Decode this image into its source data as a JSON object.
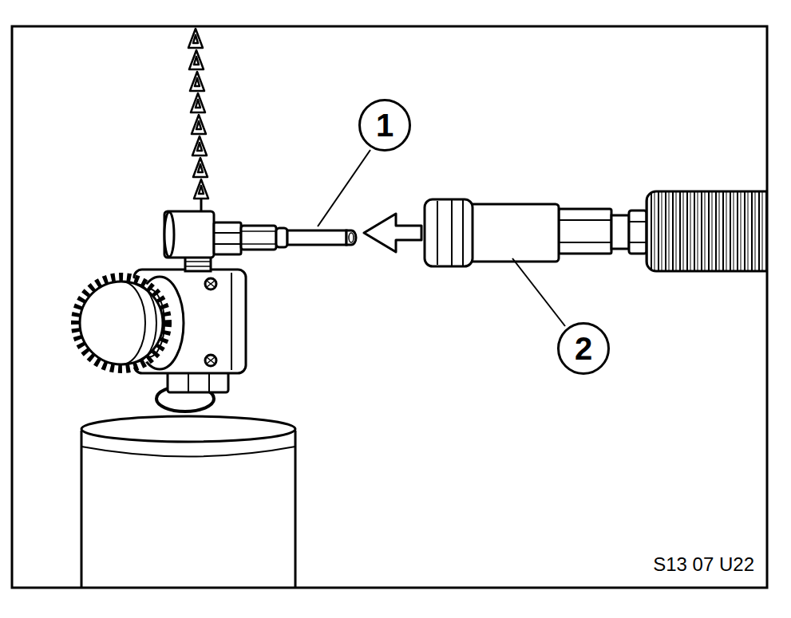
{
  "diagram": {
    "nodes": [
      {
        "text": [
          "1"
        ]
      },
      {
        "text": [
          "2"
        ]
      }
    ],
    "labels": [
      "S13 07 U22"
    ]
  }
}
